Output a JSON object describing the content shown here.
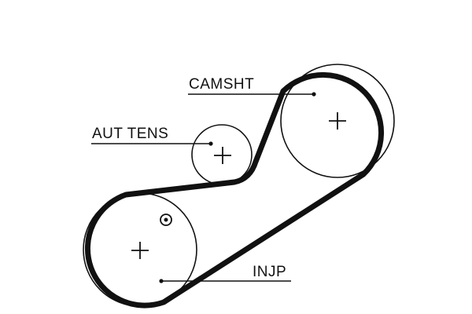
{
  "diagram": {
    "labels": {
      "camshaft": "CAMSHT",
      "tensioner": "AUT TENS",
      "injection_pump": "INJP"
    },
    "colors": {
      "belt": "#111111",
      "pulley_outline": "#111111",
      "leader_line": "#111111",
      "text": "#111111",
      "background": "#ffffff"
    },
    "icons": {
      "pulley_center": "plus-crosshair-icon",
      "timing_mark": "circled-dot-icon"
    }
  }
}
